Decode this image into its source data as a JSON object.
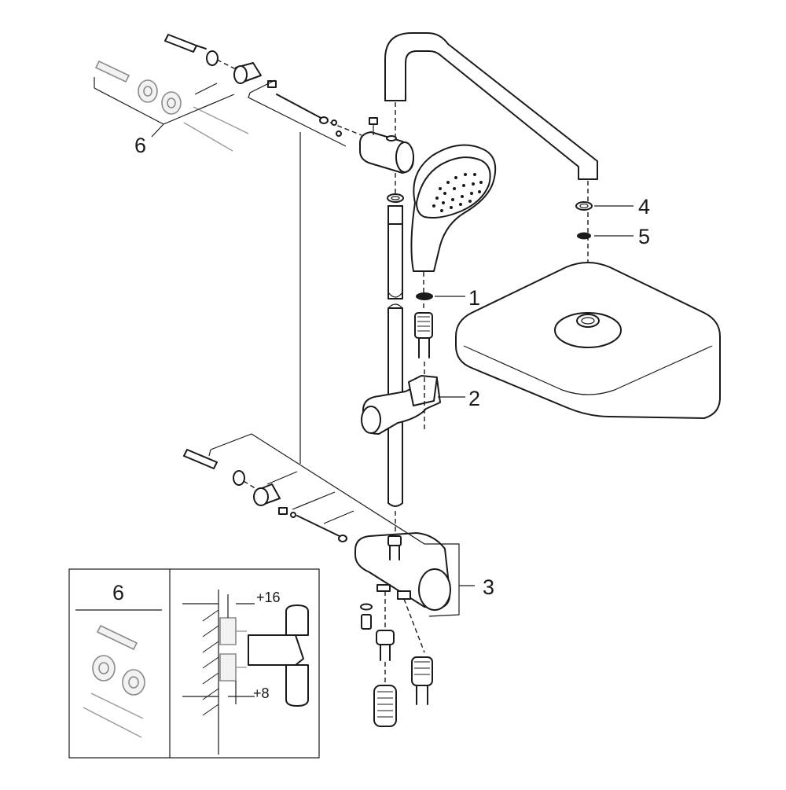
{
  "callouts": {
    "c1": "1",
    "c2": "2",
    "c3": "3",
    "c4": "4",
    "c5": "5",
    "c6": "6"
  },
  "inset": {
    "kit_label": "6",
    "dim_top": "+16",
    "dim_bottom": "+8"
  },
  "colors": {
    "line": "#1a1a1a",
    "grey_parts": "#9a9a9a",
    "background": "#ffffff"
  }
}
